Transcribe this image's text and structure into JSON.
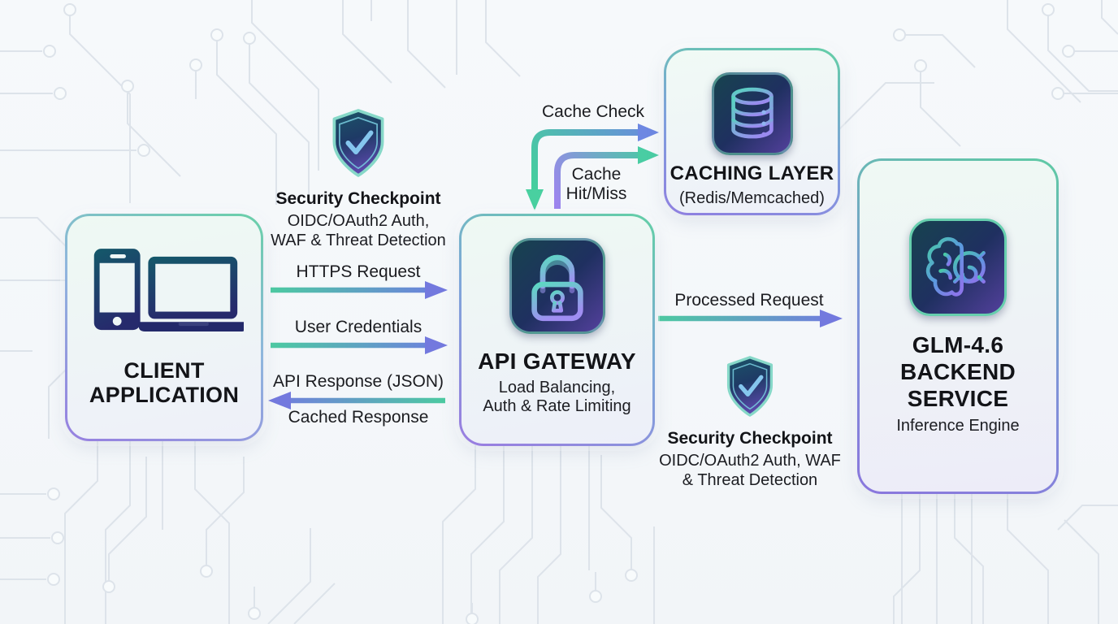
{
  "diagram_title": "API request flow architecture",
  "nodes": {
    "client": {
      "title": "CLIENT\nAPPLICATION",
      "icon": "smartphone-laptop-icon"
    },
    "gateway": {
      "title": "API GATEWAY",
      "subtitle": "Load Balancing,\nAuth & Rate Limiting",
      "icon": "padlock-icon"
    },
    "caching": {
      "title": "CACHING LAYER",
      "subtitle": "(Redis/Memcached)",
      "icon": "database-icon"
    },
    "backend": {
      "title": "GLM-4.6\nBACKEND\nSERVICE",
      "subtitle": "Inference Engine",
      "icon": "brain-gear-icon"
    }
  },
  "flows": {
    "https_request": {
      "label": "HTTPS Request",
      "direction": "client-to-gateway"
    },
    "user_credentials": {
      "label": "User Credentials",
      "direction": "client-to-gateway"
    },
    "api_response": {
      "label": "API Response (JSON)",
      "direction": "gateway-to-client"
    },
    "cached_response": {
      "label": "Cached Response",
      "direction": "gateway-to-client"
    },
    "cache_check": {
      "label": "Cache Check",
      "direction": "gateway-to-caching"
    },
    "cache_hit_miss": {
      "label": "Cache\nHit/Miss",
      "direction": "caching-to-gateway"
    },
    "processed_request": {
      "label": "Processed Request",
      "direction": "gateway-to-backend"
    }
  },
  "security_checkpoints": [
    {
      "title": "Security Checkpoint",
      "subtitle": "OIDC/OAuth2 Auth,\nWAF & Threat Detection",
      "icon": "shield-check-icon"
    },
    {
      "title": "Security Checkpoint",
      "subtitle": "OIDC/OAuth2 Auth, WAF\n& Threat Detection",
      "icon": "shield-check-icon"
    }
  ],
  "colors": {
    "accent_green": "#49cda0",
    "accent_purple": "#7478e2",
    "accent_blue": "#6b8ae0",
    "tile_dark_teal": "#17434f",
    "tile_navy": "#1f3060",
    "tile_purple": "#53409c",
    "text_dark": "#17181c",
    "background": "#f5f8fa",
    "circuit_trace": "#dde3ea"
  },
  "background_pattern": "circuit-board-traces"
}
